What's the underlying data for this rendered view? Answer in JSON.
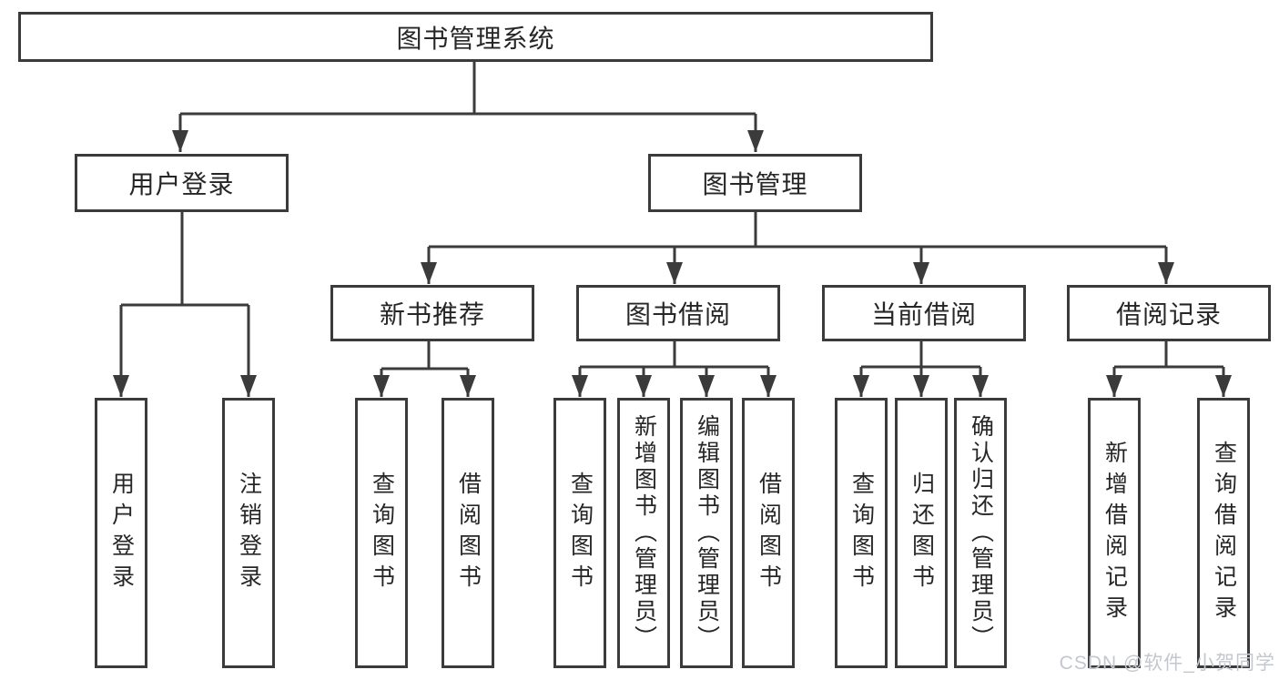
{
  "tree": {
    "label": "图书管理系统",
    "children": [
      {
        "label": "用户登录",
        "children": [
          {
            "label": "用户登录"
          },
          {
            "label": "注销登录"
          }
        ]
      },
      {
        "label": "图书管理",
        "children": [
          {
            "label": "新书推荐",
            "children": [
              {
                "label": "查询图书"
              },
              {
                "label": "借阅图书"
              }
            ]
          },
          {
            "label": "图书借阅",
            "children": [
              {
                "label": "查询图书"
              },
              {
                "label": "新增图书（管理员）"
              },
              {
                "label": "编辑图书（管理员）"
              },
              {
                "label": "借阅图书"
              }
            ]
          },
          {
            "label": "当前借阅",
            "children": [
              {
                "label": "查询图书"
              },
              {
                "label": "归还图书"
              },
              {
                "label": "确认归还（管理员）"
              }
            ]
          },
          {
            "label": "借阅记录",
            "children": [
              {
                "label": "新增借阅记录"
              },
              {
                "label": "查询借阅记录"
              }
            ]
          }
        ]
      }
    ]
  },
  "watermark": {
    "text": "CSDN @软件_小贺同学"
  },
  "colors": {
    "background": "#ffffff",
    "line": "#3b3b3b",
    "box_border": "#3b3b3b",
    "text": "#262626",
    "watermark": "#c3c8ce"
  }
}
